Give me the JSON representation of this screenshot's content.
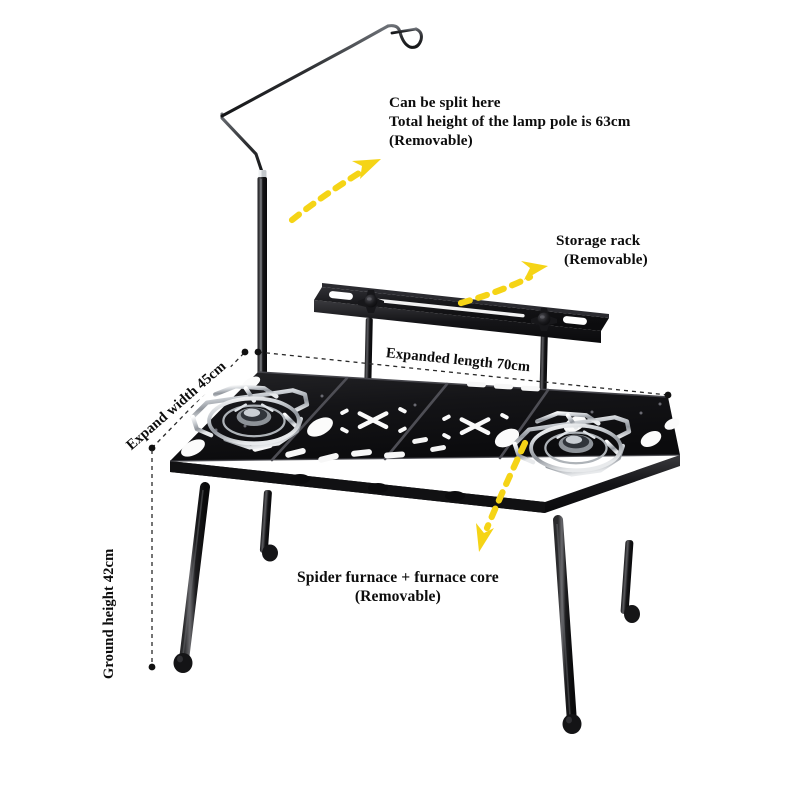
{
  "product": {
    "name": "Portable folding camping table with stove and lamp pole",
    "background_color": "#ffffff",
    "metal_color": "#151515",
    "chrome_color": "#d9dce0",
    "arrow_color": "#f5d416",
    "text_color": "#0d0d0d"
  },
  "annotations": {
    "lamp_pole": {
      "line1": "Can be split here",
      "line2": "Total height of the lamp pole is 63cm",
      "line3": "(Removable)"
    },
    "storage_rack": {
      "line1": "Storage rack",
      "line2": "(Removable)"
    },
    "furnace": {
      "line1": "Spider furnace + furnace core",
      "line2": "(Removable)"
    }
  },
  "dimensions": {
    "expanded_length": "Expanded length 70cm",
    "expand_width": "Expand width 45cm",
    "ground_height": "Ground height 42cm"
  },
  "callout_arrows": [
    {
      "id": "arrow-to-lamp-pole",
      "points_to": "lamp pole split point",
      "direction": "up-right",
      "color": "#f5d416"
    },
    {
      "id": "arrow-to-storage-rack",
      "points_to": "storage rack",
      "direction": "up-right",
      "color": "#f5d416"
    },
    {
      "id": "arrow-to-furnace",
      "points_to": "spider furnace",
      "direction": "down-left",
      "color": "#f5d416"
    }
  ]
}
